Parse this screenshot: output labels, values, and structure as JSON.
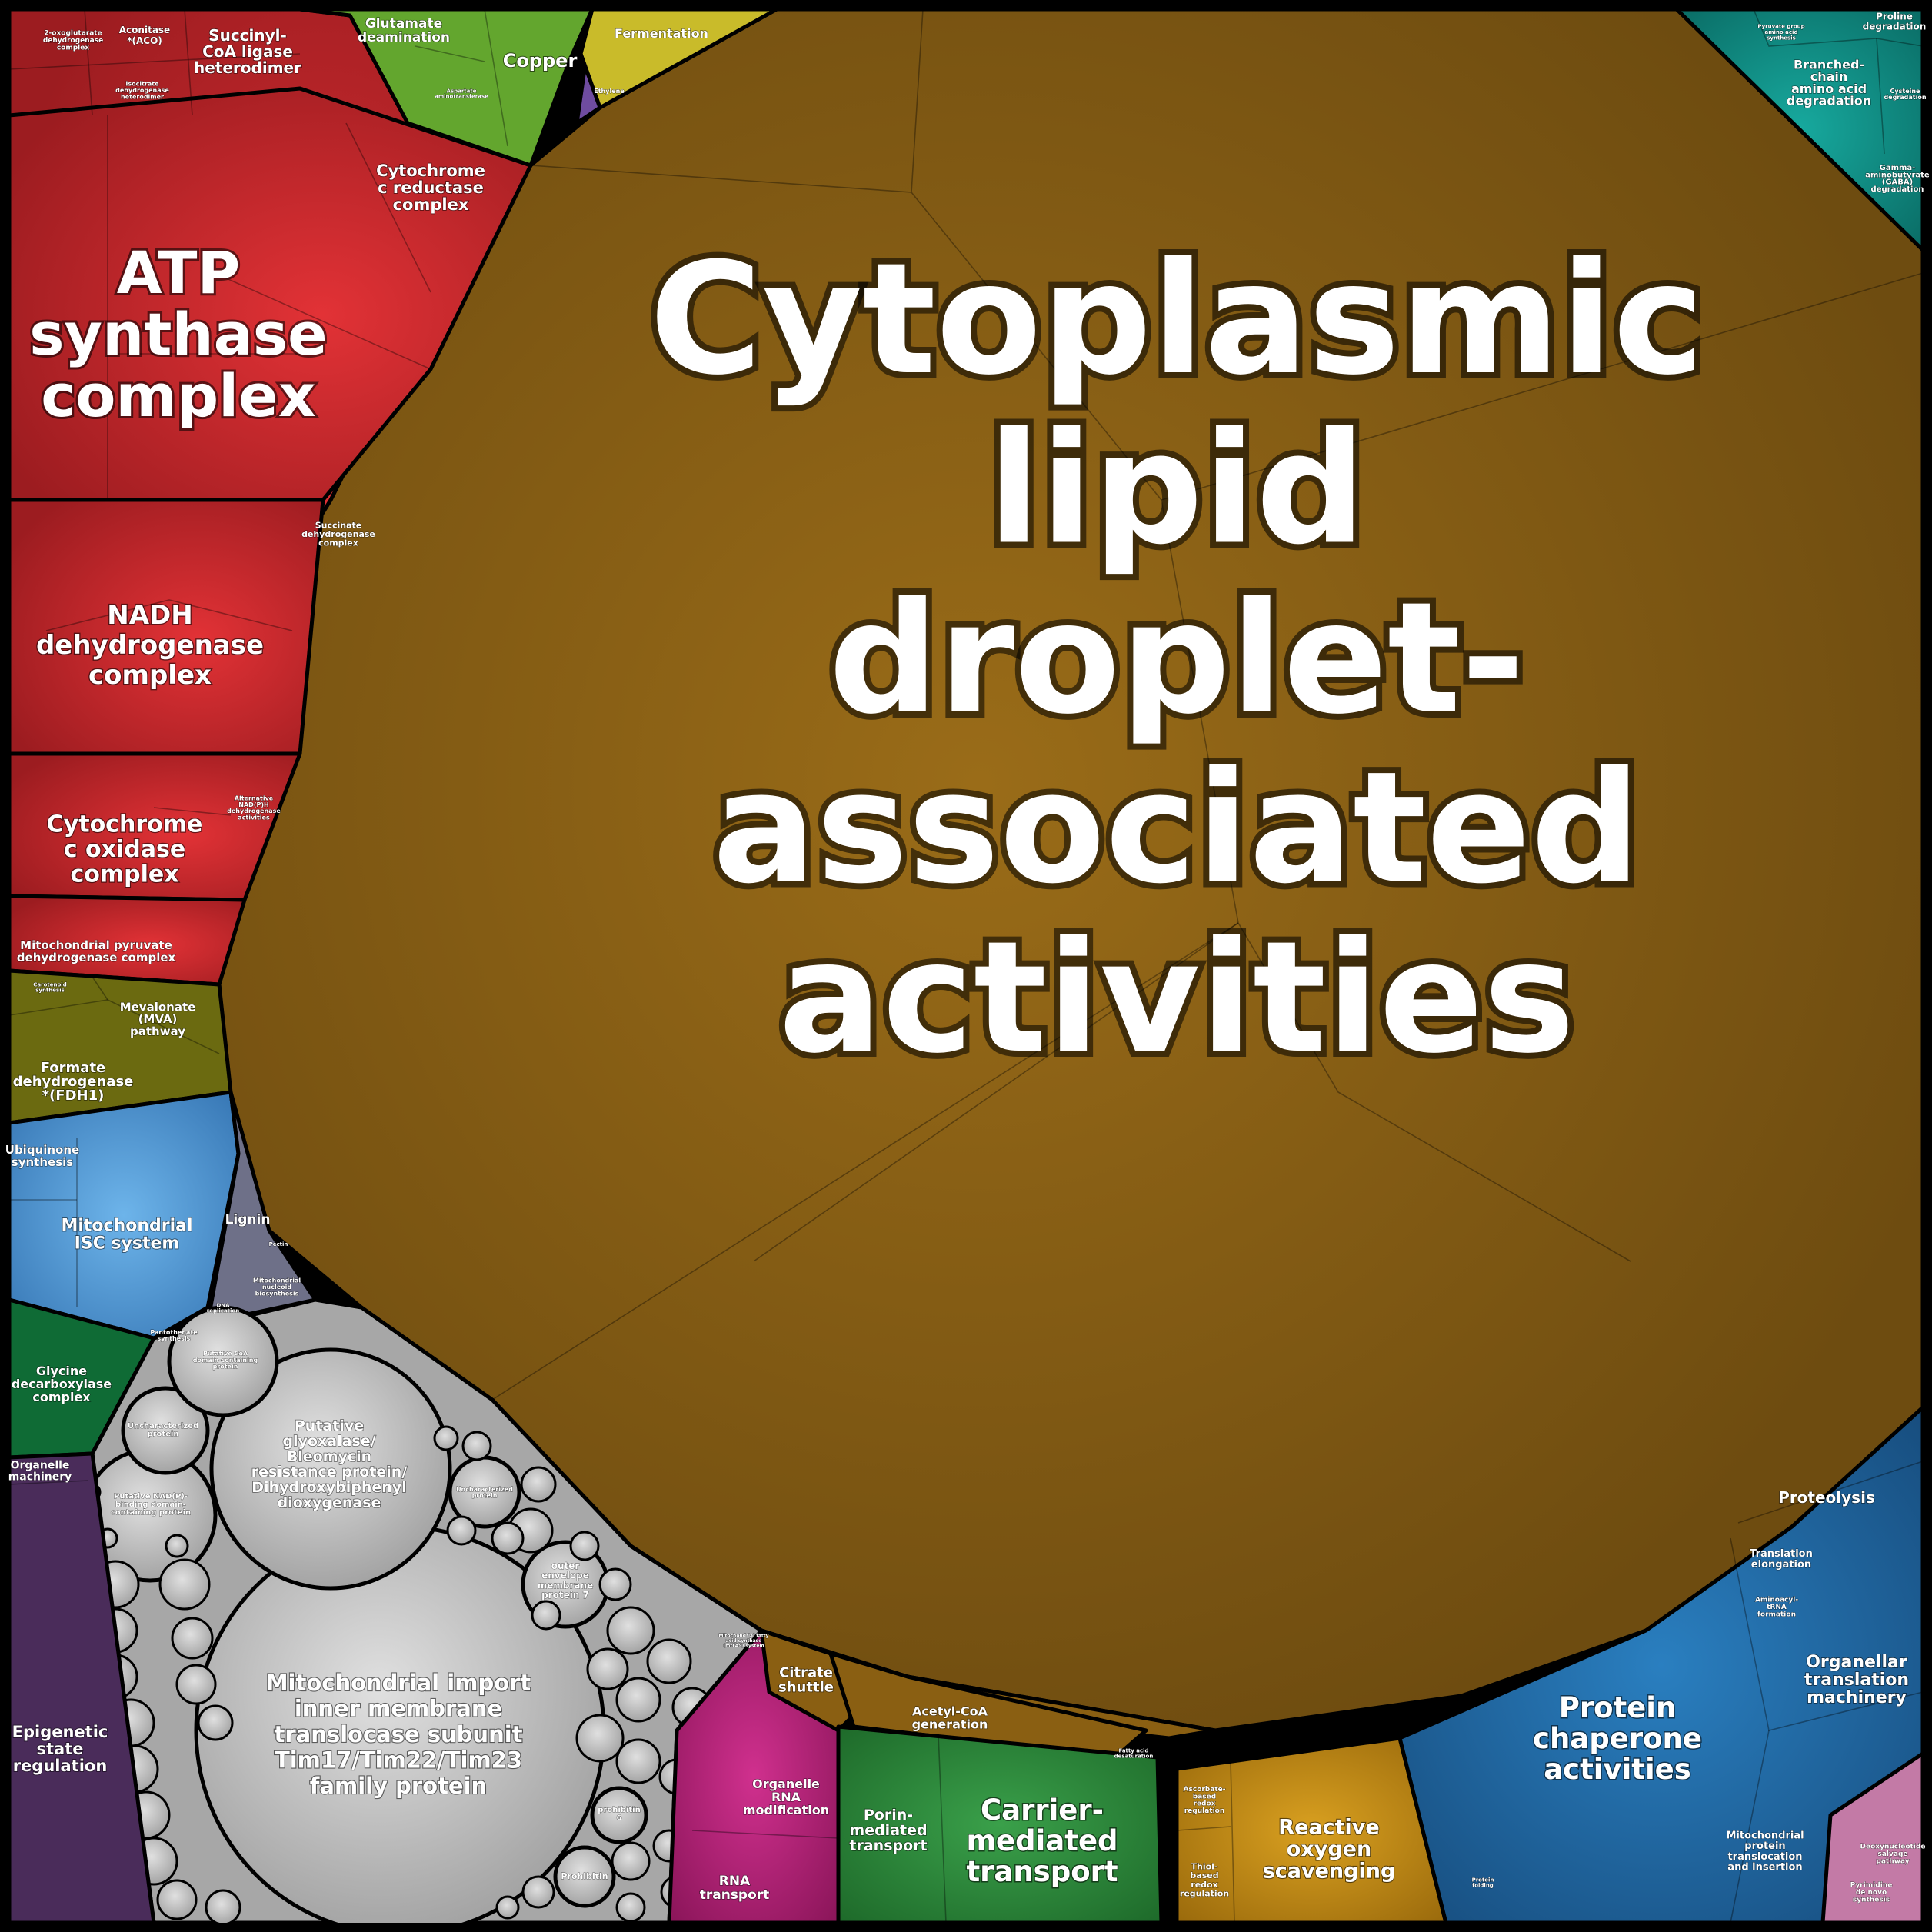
{
  "chart_data": {
    "type": "voronoi-treemap",
    "colors": {
      "cytoplasmic": "#8a5f12",
      "energy": "#c9272d",
      "amino": "#63a62e",
      "ferment": "#c9bb2a",
      "ethylene": "#6f4ca0",
      "degrad": "#0f8f86",
      "isoprenoid": "#6b6a10",
      "ubiq": "#4a8fd0",
      "lignin": "#6e7088",
      "glycine": "#0f6b35",
      "unknown": "#b3b3b3",
      "epigen": "#4a2c5a",
      "rna": "#b21f78",
      "transport": "#2e8a3a",
      "citrate": "#8a5f12",
      "ros": "#c78a10",
      "protein": "#1f64a0",
      "pink": "#c37aa6"
    },
    "regions": {
      "cytoplasmic": {
        "label": "Cytoplasmic lipid droplet- associated activities",
        "lines": [
          "Cytoplasmic",
          "lipid",
          "droplet-",
          "associated",
          "activities"
        ]
      },
      "energy": {
        "cells": [
          {
            "lines": [
              "ATP",
              "synthase",
              "complex"
            ]
          },
          {
            "lines": [
              "NADH",
              "dehydrogenase",
              "complex"
            ]
          },
          {
            "lines": [
              "Cytochrome",
              "c oxidase",
              "complex"
            ]
          },
          {
            "lines": [
              "Cytochrome",
              "c reductase",
              "complex"
            ]
          },
          {
            "lines": [
              "Succinyl-",
              "CoA ligase",
              "heterodimer"
            ]
          },
          {
            "lines": [
              "Aconitase",
              "*(ACO)"
            ]
          },
          {
            "lines": [
              "2-oxoglutarate",
              "dehydrogenase",
              "complex"
            ]
          },
          {
            "lines": [
              "Isocitrate",
              "dehydrogenase",
              "heterodimer"
            ]
          },
          {
            "lines": [
              "Succinate",
              "dehydrogenase",
              "complex"
            ]
          },
          {
            "lines": [
              "Alternative",
              "NAD(P)H",
              "dehydrogenase",
              "activities"
            ]
          },
          {
            "lines": [
              "Mitochondrial pyruvate",
              "dehydrogenase complex"
            ]
          }
        ]
      },
      "amino": {
        "cells": [
          {
            "lines": [
              "Glutamate",
              "deamination"
            ]
          },
          {
            "lines": [
              "Copper"
            ]
          },
          {
            "lines": [
              "Aspartate",
              "aminotransferase"
            ]
          }
        ]
      },
      "ferment": {
        "cells": [
          {
            "lines": [
              "Fermentation"
            ]
          }
        ]
      },
      "ethylene": {
        "cells": [
          {
            "lines": [
              "Ethylene"
            ]
          }
        ]
      },
      "degrad": {
        "cells": [
          {
            "lines": [
              "Branched-",
              "chain",
              "amino acid",
              "degradation"
            ]
          },
          {
            "lines": [
              "Proline",
              "degradation"
            ]
          },
          {
            "lines": [
              "Cysteine",
              "degradation"
            ]
          },
          {
            "lines": [
              "Gamma-",
              "aminobutyrate",
              "(GABA)",
              "degradation"
            ]
          },
          {
            "lines": [
              "Pyruvate group",
              "amino acid",
              "synthesis"
            ]
          }
        ]
      },
      "isoprenoid": {
        "cells": [
          {
            "lines": [
              "Mevalonate",
              "(MVA)",
              "pathway"
            ]
          },
          {
            "lines": [
              "Formate",
              "dehydrogenase",
              "*(FDH1)"
            ]
          },
          {
            "lines": [
              "Carotenoid",
              "synthesis"
            ]
          }
        ]
      },
      "ubiq": {
        "cells": [
          {
            "lines": [
              "Ubiquinone",
              "synthesis"
            ]
          },
          {
            "lines": [
              "Mitochondrial",
              "ISC system"
            ]
          },
          {
            "lines": [
              "Pantothenate",
              "synthesis"
            ]
          }
        ]
      },
      "lignin": {
        "cells": [
          {
            "lines": [
              "Lignin"
            ]
          },
          {
            "lines": [
              "Pectin"
            ]
          },
          {
            "lines": [
              "Mitochondrial",
              "nucleoid",
              "biosynthesis"
            ]
          },
          {
            "lines": [
              "DNA",
              "replication"
            ]
          }
        ]
      },
      "glycine": {
        "cells": [
          {
            "lines": [
              "Glycine",
              "decarboxylase",
              "complex"
            ]
          }
        ]
      },
      "unknown": {
        "cells": [
          {
            "lines": [
              "Mitochondrial import",
              "inner membrane",
              "translocase subunit",
              "Tim17/Tim22/Tim23",
              "family protein"
            ]
          },
          {
            "lines": [
              "Putative",
              "glyoxalase/",
              "Bleomycin",
              "resistance protein/",
              "Dihydroxybiphenyl",
              "dioxygenase"
            ]
          },
          {
            "lines": [
              "Uncharacterized",
              "protein"
            ]
          },
          {
            "lines": [
              "Putative NAD(P)-",
              "binding domain-",
              "containing protein"
            ]
          },
          {
            "lines": [
              "Putative CoA",
              "domain-containing",
              "protein"
            ]
          },
          {
            "lines": [
              "outer",
              "envelope",
              "membrane",
              "protein 7"
            ]
          },
          {
            "lines": [
              "Uncharacterized",
              "protein"
            ]
          },
          {
            "lines": [
              "Prohibitin"
            ]
          },
          {
            "lines": [
              "prohibitin",
              "6"
            ]
          }
        ]
      },
      "epigen": {
        "cells": [
          {
            "lines": [
              "Organelle",
              "machinery"
            ]
          },
          {
            "lines": [
              "Epigenetic",
              "state",
              "regulation"
            ]
          }
        ]
      },
      "rna": {
        "cells": [
          {
            "lines": [
              "Organelle",
              "RNA",
              "modification"
            ]
          },
          {
            "lines": [
              "RNA",
              "transport"
            ]
          }
        ]
      },
      "transport": {
        "cells": [
          {
            "lines": [
              "Porin-",
              "mediated",
              "transport"
            ]
          },
          {
            "lines": [
              "Carrier-",
              "mediated",
              "transport"
            ]
          }
        ]
      },
      "citrate": {
        "cells": [
          {
            "lines": [
              "Citrate",
              "shuttle"
            ]
          },
          {
            "lines": [
              "Acetyl-CoA",
              "generation"
            ]
          },
          {
            "lines": [
              "Mitochondrial fatty",
              "acid synthase",
              "(mtFAS) system"
            ]
          },
          {
            "lines": [
              "Fatty acid",
              "desaturation"
            ]
          }
        ]
      },
      "ros": {
        "cells": [
          {
            "lines": [
              "Reactive",
              "oxygen",
              "scavenging"
            ]
          },
          {
            "lines": [
              "Ascorbate-",
              "based",
              "redox",
              "regulation"
            ]
          },
          {
            "lines": [
              "Thiol-",
              "based",
              "redox",
              "regulation"
            ]
          }
        ]
      },
      "protein": {
        "cells": [
          {
            "lines": [
              "Protein",
              "chaperone",
              "activities"
            ]
          },
          {
            "lines": [
              "Proteolysis"
            ]
          },
          {
            "lines": [
              "Organellar",
              "translation",
              "machinery"
            ]
          },
          {
            "lines": [
              "Translation",
              "elongation"
            ]
          },
          {
            "lines": [
              "Aminoacyl-",
              "tRNA",
              "formation"
            ]
          },
          {
            "lines": [
              "Mitochondrial",
              "protein",
              "translocation",
              "and insertion"
            ]
          },
          {
            "lines": [
              "Protein",
              "folding"
            ]
          }
        ]
      },
      "pink": {
        "cells": [
          {
            "lines": [
              "Deoxynucleotide",
              "salvage",
              "pathway"
            ]
          },
          {
            "lines": [
              "Pyrimidine",
              "de novo",
              "synthesis"
            ]
          }
        ]
      }
    }
  }
}
